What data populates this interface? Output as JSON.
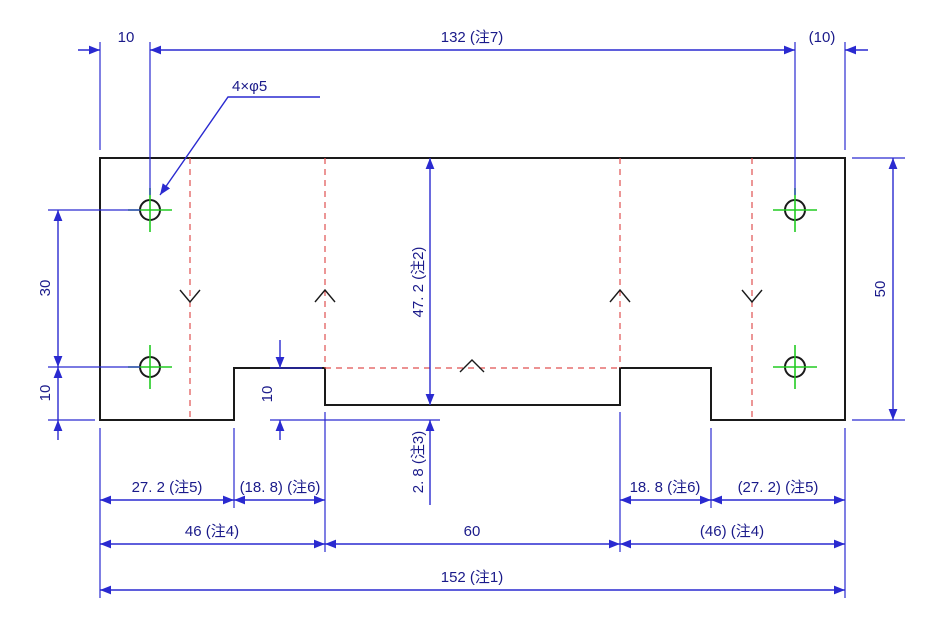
{
  "drawing": {
    "top_dims": {
      "left_offset": "10",
      "hole_span": "132 (注7)",
      "right_offset": "(10)",
      "hole_callout": "4×φ5"
    },
    "left_dims": {
      "hole_spacing": "30",
      "bottom_offset": "10"
    },
    "right_dims": {
      "height": "50"
    },
    "center_dims": {
      "fold_height": "47. 2 (注2)",
      "notch_depth": "10",
      "gap": "2. 8 (注3)"
    },
    "bottom_dims": {
      "left_flap": "27. 2 (注5)",
      "left_slot": "(18. 8) (注6)",
      "right_slot": "18. 8 (注6)",
      "right_flap": "(27. 2) (注5)",
      "left_total": "46 (注4)",
      "center": "60",
      "right_total": "(46) (注4)",
      "overall": "152 (注1)"
    }
  }
}
